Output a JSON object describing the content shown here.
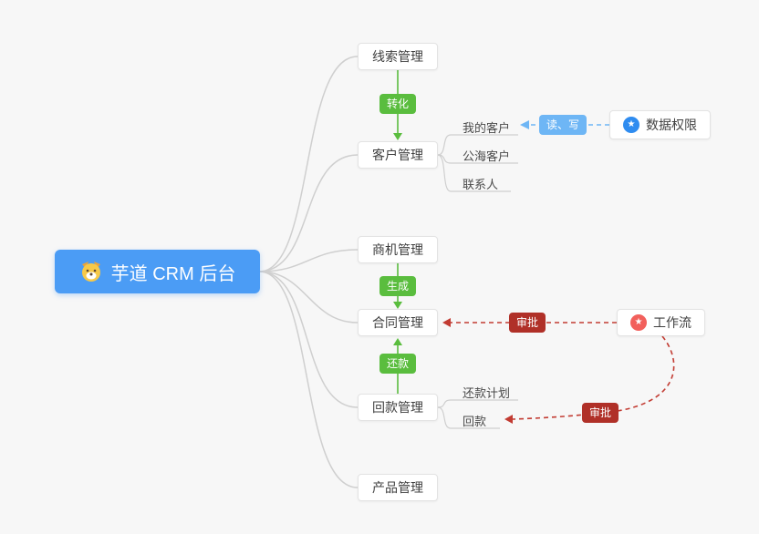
{
  "root": {
    "label": "芋道 CRM 后台"
  },
  "nodes": {
    "leads": {
      "label": "线索管理"
    },
    "customers": {
      "label": "客户管理"
    },
    "opportunities": {
      "label": "商机管理"
    },
    "contracts": {
      "label": "合同管理"
    },
    "payments": {
      "label": "回款管理"
    },
    "products": {
      "label": "产品管理"
    },
    "data_permission": {
      "label": "数据权限",
      "icon": "star-in-blue-circle"
    },
    "workflow": {
      "label": "工作流",
      "icon": "star-in-pink-circle"
    }
  },
  "subnodes": {
    "my_customers": {
      "label": "我的客户"
    },
    "public_customers": {
      "label": "公海客户"
    },
    "contacts": {
      "label": "联系人"
    },
    "repayment_plan": {
      "label": "还款计划"
    },
    "repayment": {
      "label": "回款"
    }
  },
  "edge_labels": {
    "convert": "转化",
    "generate": "生成",
    "repay": "还款",
    "read_write": "读、写",
    "approve_contract": "审批",
    "approve_payment": "审批"
  },
  "colors": {
    "canvas_bg": "#f7f7f7",
    "root_bg": "#4b9cf5",
    "node_bg": "#ffffff",
    "node_border": "#e3e3e3",
    "wire_gray": "#cfcfcf",
    "green": "#5abd3e",
    "blue_badge": "#6eb6f5",
    "blue_line": "#6eb6f5",
    "red_badge": "#b03028",
    "red_line": "#c23b32",
    "data_permission_icon_bg": "#2f8cf0",
    "workflow_icon_bg": "#f2605c"
  }
}
